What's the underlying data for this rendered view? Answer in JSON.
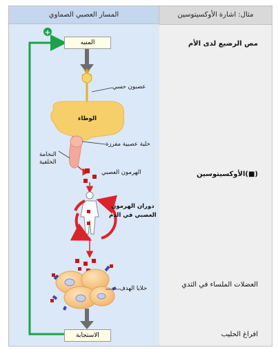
{
  "header": {
    "left_title": "المسار العصبي الصماوي",
    "right_title": "مثال: اشارة الأوكسيتوسين"
  },
  "diagram": {
    "stimulus_box": "المنبه",
    "sensory_neuron": "عصبون حسي",
    "hypothalamus": "الوطاء",
    "neurosecretory_cell": "خلية عصبية مفرزة",
    "posterior_pituitary_line1": "النخامة",
    "posterior_pituitary_line2": "الخلفية",
    "neurohormone": "الهرمون العصبي",
    "blood_circulation_line1": "دوران الهرمون",
    "blood_circulation_line2": "العصبي في الدم",
    "target_cells": "خلايا الهدف",
    "response_box": "الاستجابة",
    "feedback_sign": "+"
  },
  "example": {
    "stimulus": "مص الرضيع لدى الأم",
    "hormone": "(■)الأوكسيتوسين",
    "target": "العضلات الملساء في الثدي",
    "response": "افراغ الحليب"
  },
  "colors": {
    "feedback_arrow": "#1aa34a",
    "hormone_square": "#c0181e",
    "gland": "#f6cf6b",
    "target_cells": "#f5c58a",
    "arrow_gray": "#6d6d6d"
  }
}
